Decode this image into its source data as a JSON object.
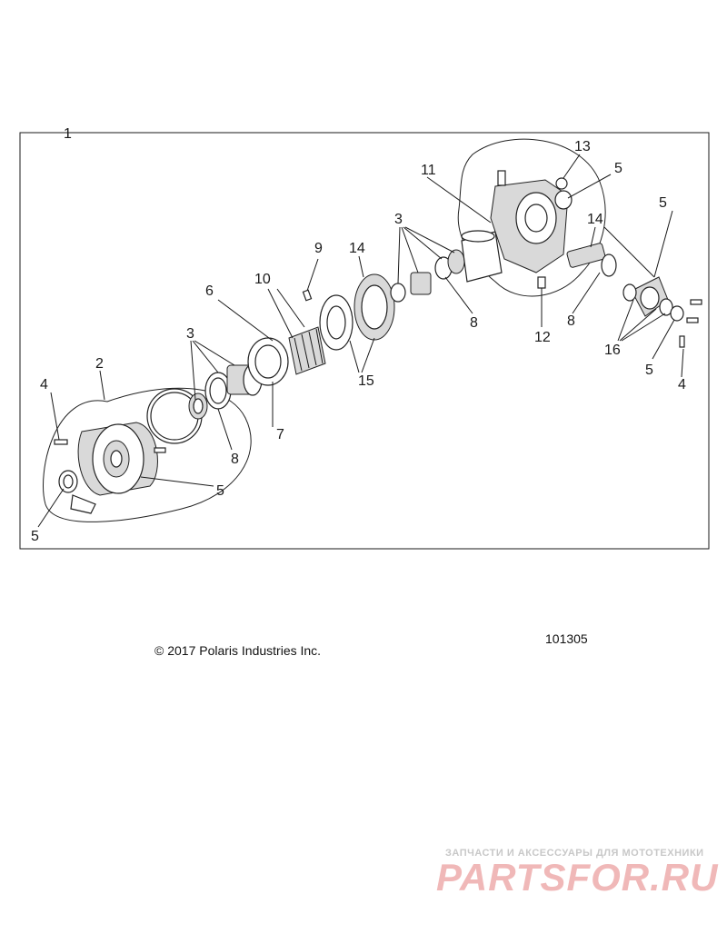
{
  "diagram": {
    "callouts": {
      "c1": "1",
      "c2": "2",
      "c3a": "3",
      "c3b": "3",
      "c4a": "4",
      "c4b": "4",
      "c5a": "5",
      "c5b": "5",
      "c5c": "5",
      "c5d": "5",
      "c5e": "5",
      "c6": "6",
      "c7": "7",
      "c8a": "8",
      "c8b": "8",
      "c8c": "8",
      "c9": "9",
      "c10": "10",
      "c11": "11",
      "c12": "12",
      "c13": "13",
      "c14a": "14",
      "c14b": "14",
      "c15": "15",
      "c16": "16"
    }
  },
  "footer": {
    "copyright": "© 2017 Polaris Industries Inc.",
    "figure_id": "101305"
  },
  "watermark": {
    "tagline": "ЗАПЧАСТИ И АКСЕССУАРЫ ДЛЯ МОТОТЕХНИКИ",
    "logo": "PARTSFOR.RU"
  },
  "colors": {
    "line": "#1a1a1a",
    "part_fill": "#d9d9d9",
    "watermark_logo": "#f0b8b8"
  }
}
